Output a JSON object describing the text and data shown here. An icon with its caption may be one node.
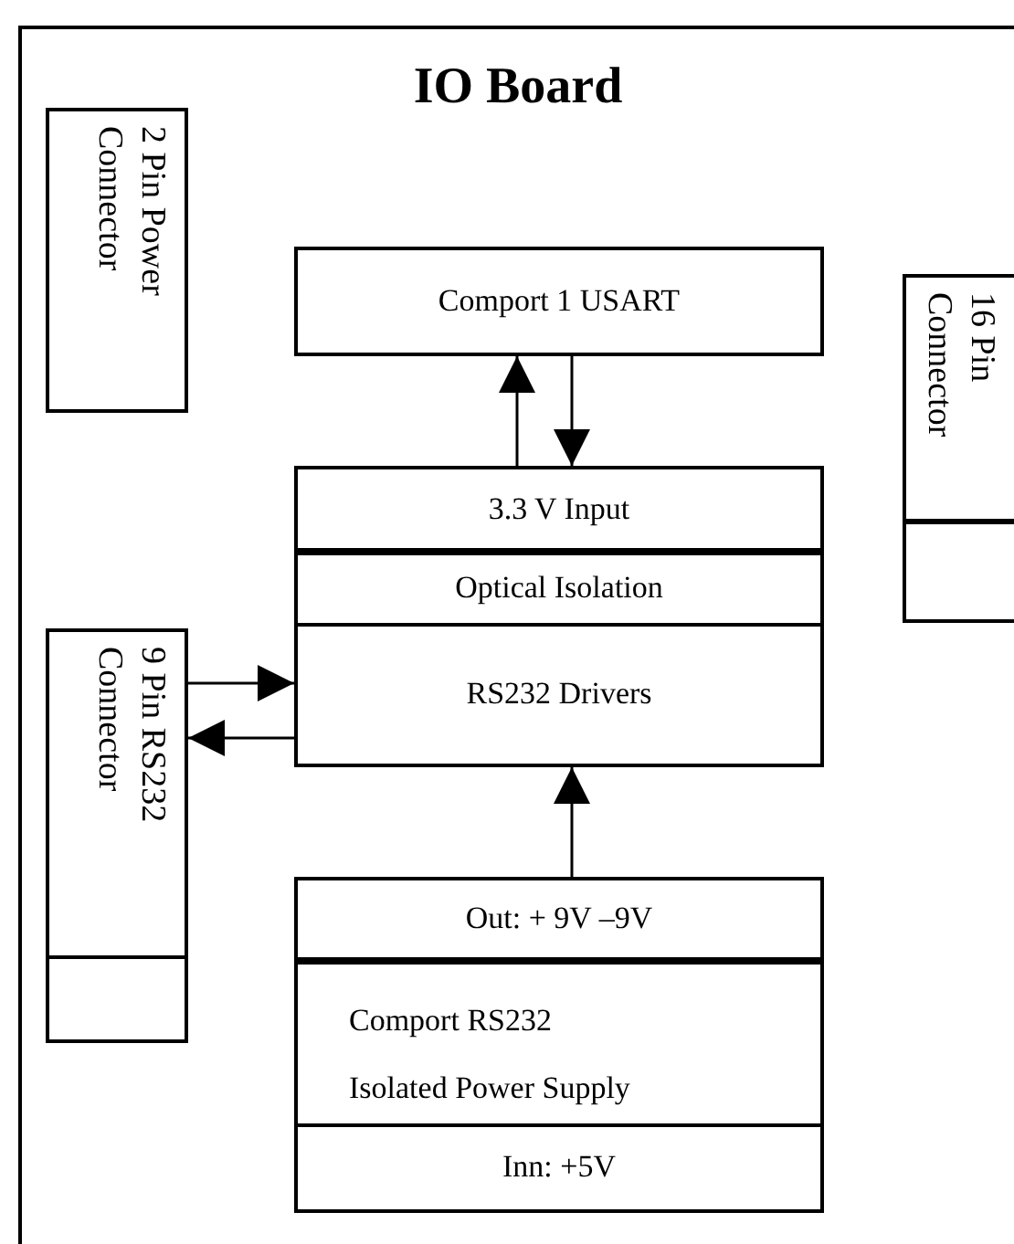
{
  "diagram": {
    "nodes": [
      {
        "text": [
          "IO Board"
        ]
      },
      {
        "text": [
          "2 Pin Power Connector"
        ],
        "in": 0
      },
      {
        "text": [
          "Comport 1 USART"
        ],
        "in": 0
      },
      {
        "text": [
          "16 Pin Connector"
        ],
        "in": 0
      },
      {
        "text": [],
        "shape": "box",
        "in": 0
      },
      {
        "text": [
          "3.3 V  Input"
        ],
        "in": 0
      },
      {
        "text": [
          "Optical Isolation"
        ],
        "in": 0
      },
      {
        "text": [
          "RS232 Drivers"
        ],
        "in": 0
      },
      {
        "text": [
          "9 Pin  RS232 Connector"
        ],
        "in": 0
      },
      {
        "text": [],
        "shape": "box",
        "in": 0
      },
      {
        "text": [
          "Out: + 9V –9V"
        ],
        "in": 0
      },
      {
        "text": [
          "Comport RS232 Isolated Power Supply"
        ],
        "in": 0
      },
      {
        "text": [
          "Inn: +5V"
        ],
        "in": 0
      }
    ],
    "edges": [
      {
        "from": 5,
        "to": 2,
        "arrow": "to"
      },
      {
        "from": 2,
        "to": 5,
        "arrow": "to"
      },
      {
        "from": 8,
        "to": 7,
        "arrow": "to"
      },
      {
        "from": 7,
        "to": 8,
        "arrow": "to"
      },
      {
        "from": 10,
        "to": 7,
        "arrow": "to"
      }
    ]
  }
}
